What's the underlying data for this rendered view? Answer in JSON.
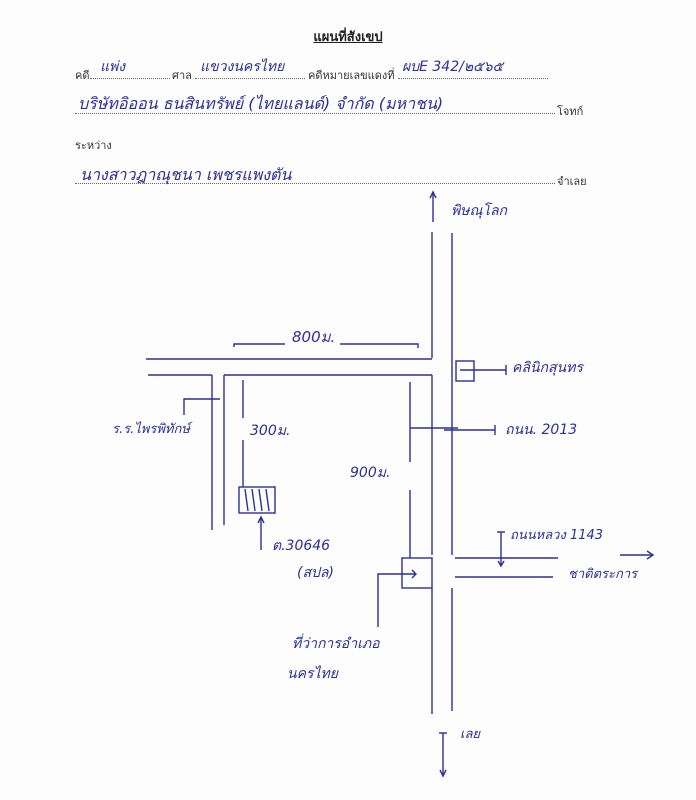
{
  "title": "แผนที่สังเขป",
  "form": {
    "case_label": "คดี",
    "case_type": "แพ่ง",
    "court_label": "ศาล",
    "court": "แขวงนครไทย",
    "red_no_label": "คดีหมายเลขแดงที่",
    "red_no": "ผบE 342/๒๕๖๕",
    "plaintiff": "บริษัทอิออน ธนสินทรัพย์ (ไทยแลนด์) จำกัด (มหาชน)",
    "plaintiff_label": "โจทก์",
    "between_label": "ระหว่าง",
    "defendant": "นางสาวฎาณุชนา เพชรแพงตัน",
    "defendant_label": "จำเลย"
  },
  "map": {
    "to_north": "พิษณุโลก",
    "dist_800": "800ม.",
    "clinic": "คลินิกสุนทร",
    "school": "ร.ร.ไพรพิทักษ์",
    "dist_300": "300ม.",
    "road_2013": "ถนน. 2013",
    "dist_900": "900ม.",
    "plot": "ต.30646",
    "plot_note": "(สปล)",
    "road_1143": "ถนนหลวง 1143",
    "to_east": "ชาติตระการ",
    "district_office_1": "ที่ว่าการอำเภอ",
    "district_office_2": "นครไทย",
    "to_south": "เลย"
  }
}
